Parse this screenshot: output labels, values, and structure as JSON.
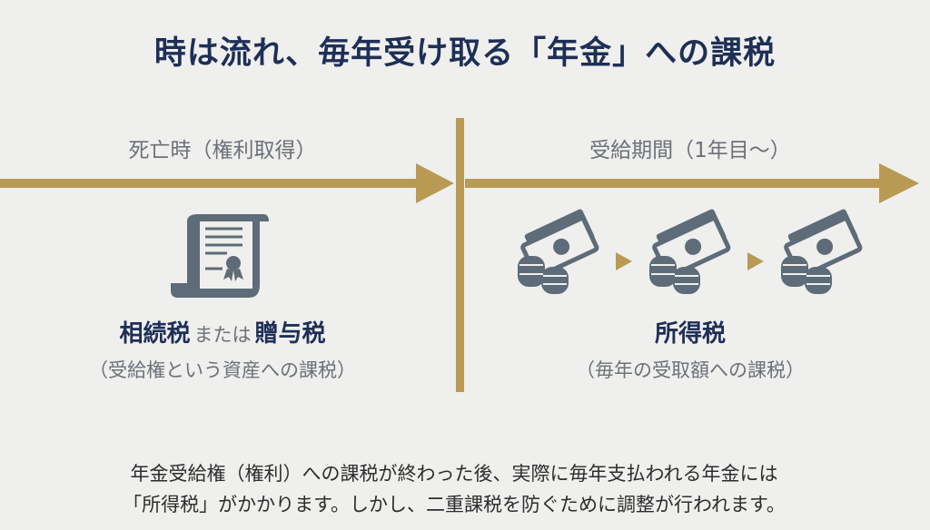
{
  "title": "時は流れ、毎年受け取る「年金」への課税",
  "left": {
    "phase_label": "死亡時（権利取得）",
    "tax_main_a": "相続税",
    "tax_or": "または",
    "tax_main_b": "贈与税",
    "tax_sub": "（受給権という資産への課税）",
    "icon": "certificate-scroll-icon"
  },
  "right": {
    "phase_label": "受給期間（1年目〜）",
    "tax_main": "所得税",
    "tax_sub": "（毎年の受取額への課税）",
    "icon": "money-coins-icon"
  },
  "footer": {
    "line1": "年金受給権（権利）への課税が終わった後、実際に毎年支払われる年金には",
    "line2": "「所得税」がかかります。しかし、二重課税を防ぐために調整が行われます。"
  },
  "colors": {
    "navy": "#1e2f57",
    "gold": "#b89a55",
    "icon_gray": "#5e6b78",
    "background": "#efefed"
  }
}
